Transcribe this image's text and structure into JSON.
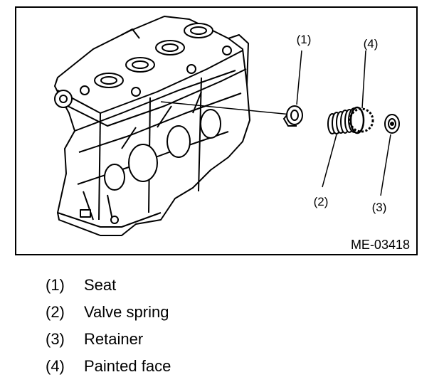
{
  "figure": {
    "code": "ME-03418",
    "callouts": [
      {
        "id": "1",
        "label": "(1)"
      },
      {
        "id": "2",
        "label": "(2)"
      },
      {
        "id": "3",
        "label": "(3)"
      },
      {
        "id": "4",
        "label": "(4)"
      }
    ],
    "icons": [
      "cylinder-head-illustration",
      "seat-part",
      "valve-spring-part",
      "retainer-part"
    ]
  },
  "legend": [
    {
      "num": "(1)",
      "text": "Seat"
    },
    {
      "num": "(2)",
      "text": "Valve spring"
    },
    {
      "num": "(3)",
      "text": "Retainer"
    },
    {
      "num": "(4)",
      "text": "Painted face"
    }
  ]
}
